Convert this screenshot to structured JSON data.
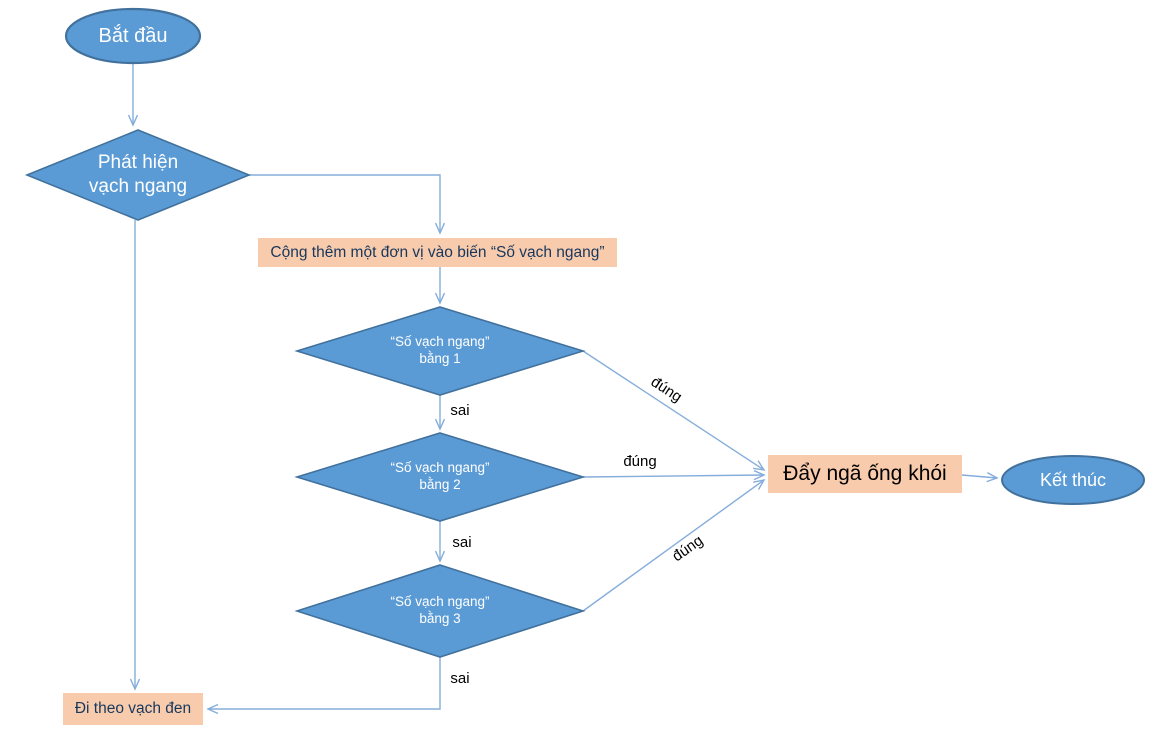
{
  "flowchart": {
    "nodes": {
      "start": {
        "label": "Bắt đầu",
        "type": "terminator"
      },
      "detect": {
        "label": "Phát hiện\nvạch ngang",
        "type": "decision"
      },
      "increment": {
        "label": "Cộng thêm một đơn vị vào biến “Số vạch ngang”",
        "type": "process"
      },
      "check1": {
        "label": "“Số vạch ngang”\nbằng 1",
        "type": "decision"
      },
      "check2": {
        "label": "“Số vạch ngang”\nbằng 2",
        "type": "decision"
      },
      "check3": {
        "label": "“Số vạch ngang”\nbằng 3",
        "type": "decision"
      },
      "push": {
        "label": "Đẩy ngã ống khói",
        "type": "process"
      },
      "end": {
        "label": "Kết thúc",
        "type": "terminator"
      },
      "follow": {
        "label": "Đi theo vạch đen",
        "type": "process"
      }
    },
    "edge_labels": {
      "check1_true": "đúng",
      "check2_true": "đúng",
      "check3_true": "đúng",
      "check1_false": "sai",
      "check2_false": "sai",
      "check3_false": "sai"
    },
    "colors": {
      "shape_fill": "#5B9BD5",
      "shape_border": "#41719C",
      "process_fill": "#F8CBAD",
      "connector": "#85ADDB",
      "shape_text": "#FFFFFF",
      "process_text": "#17375D",
      "push_text": "#000000",
      "edge_label_text": "#000000"
    }
  }
}
